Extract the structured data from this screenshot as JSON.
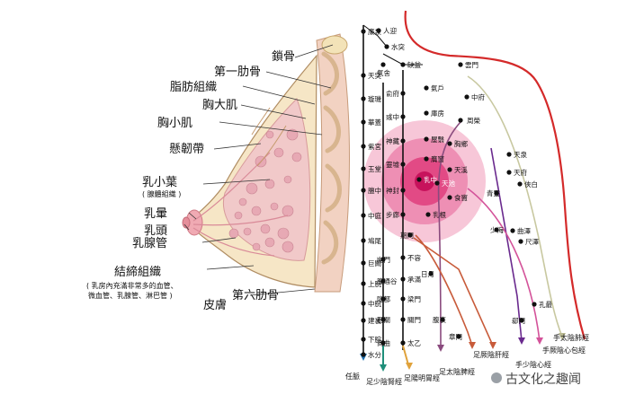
{
  "breast_labels": {
    "clavicle": "鎖骨",
    "first_rib": "第一肋骨",
    "adipose": "脂肪組織",
    "pec_major": "胸大肌",
    "pec_minor": "胸小肌",
    "ligament": "懸韌帶",
    "lobule": "乳小葉",
    "lobule_sub": "( 腺體組織 )",
    "areola": "乳暈",
    "nipple": "乳頭",
    "duct": "乳腺管",
    "connective": "結締組織",
    "connective_sub1": "( 乳房內充滿非常多的血管、",
    "connective_sub2": "微血管、乳腺管、淋巴管 )",
    "skin": "皮膚",
    "sixth_rib": "第六肋骨"
  },
  "points": {
    "lianquan": "廉泉",
    "renying": "人迎",
    "shuitu": "水突",
    "tiantu": "天突",
    "qishe": "氣舍",
    "quepen": "缺盆",
    "xuanji": "璇璣",
    "yufu": "俞府",
    "qihu": "氣戶",
    "yunmen": "雲門",
    "zhongfu": "中府",
    "huagai": "華蓋",
    "yuzhong": "彧中",
    "kufang": "庫房",
    "zhourong": "周榮",
    "zigong": "紫宮",
    "shencang": "神藏",
    "wuyi": "屋翳",
    "xiongxiang": "胸鄉",
    "tianquan": "天泉",
    "yutang": "玉堂",
    "lingxu": "靈墟",
    "yingchuang": "膺窗",
    "tianxi": "天溪",
    "tianfu": "天府",
    "xiabai": "俠白",
    "tanzhong": "膻中",
    "shenfeng": "神封",
    "ruzhong": "乳中",
    "tianchi": "天池",
    "shidou": "食竇",
    "qingling": "青靈",
    "zhongting": "中庭",
    "bulang": "步廊",
    "rugen": "乳根",
    "jiuwei": "鳩尾",
    "qimen": "期門",
    "shaohai": "少海",
    "quze": "曲澤",
    "chize": "尺澤",
    "juque": "巨闕",
    "youmen": "幽門",
    "burong": "不容",
    "riyue": "日月",
    "shangwan": "上脘",
    "futonggu": "腹通谷",
    "chengman": "承滿",
    "zhongwan": "中脘",
    "yindu": "陰都",
    "liangmen": "梁門",
    "jianli": "建裏",
    "shiguan": "石關",
    "guanmen": "關門",
    "fuai": "腹哀",
    "xiawan": "下脘",
    "shangqu": "商曲",
    "taiyi": "太乙",
    "zhangmen": "章門",
    "kongzui": "孔最",
    "ximen": "郄門",
    "shuifen": "水分"
  },
  "meridians": {
    "ren": "任脈",
    "kidney": "足少陰腎經",
    "stomach": "足陽明胃經",
    "spleen": "足太陰脾經",
    "liver": "足厥陰肝經",
    "heart": "手少陰心經",
    "pericardium": "手厥陰心包經",
    "lung": "手太陰肺經"
  },
  "watermark": "古文化之趣闻",
  "colors": {
    "line": "#111111",
    "body_outline": "#d42a2a",
    "breast_fill": "#f6e6c6",
    "muscle": "#f2d2c2",
    "glow_outer": "#f7c7d8",
    "glow_mid": "#ee8fb4",
    "glow_inner": "#e24a85",
    "core": "#c7125c",
    "kidney_line": "#1f8f7a",
    "stomach_line": "#e0a23b",
    "spleen_line": "#8a4b7e",
    "liver_line": "#c85b3a",
    "heart_line": "#6a2a8e",
    "pericardium_line": "#d4539a",
    "lung_line": "#c8c8a0"
  }
}
